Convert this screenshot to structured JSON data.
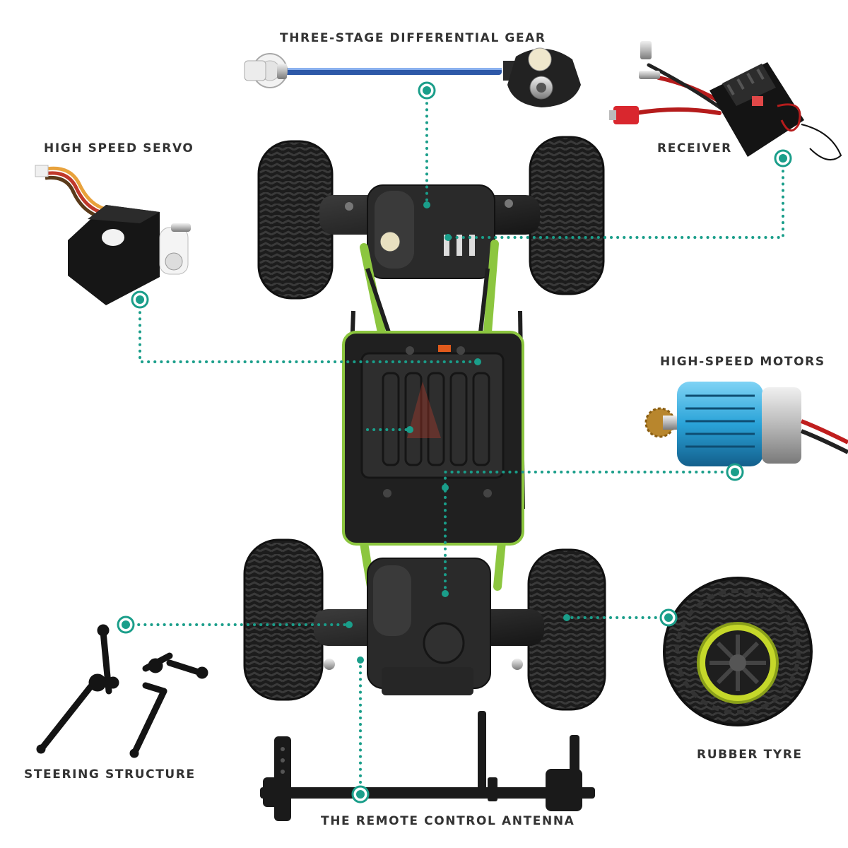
{
  "colors": {
    "accent": "#1a9e8a",
    "label_text": "#333333",
    "chassis_green": "#8cc63f",
    "motor_blue": "#2aa3d8",
    "tyre_black": "#1c1c1c"
  },
  "labels": {
    "differential_gear": "THREE-STAGE DIFFERENTIAL GEAR",
    "receiver": "RECEIVER",
    "servo": "HIGH SPEED SERVO",
    "motors": "HIGH-SPEED MOTORS",
    "steering": "STEERING STRUCTURE",
    "tyre": "RUBBER TYRE",
    "antenna": "THE REMOTE CONTROL ANTENNA"
  },
  "parts": [
    {
      "id": "differential_gear",
      "icon": "differential-gear-icon"
    },
    {
      "id": "receiver",
      "icon": "receiver-board-icon"
    },
    {
      "id": "servo",
      "icon": "servo-icon"
    },
    {
      "id": "motors",
      "icon": "motor-icon"
    },
    {
      "id": "steering",
      "icon": "steering-links-icon"
    },
    {
      "id": "tyre",
      "icon": "tyre-icon"
    },
    {
      "id": "antenna",
      "icon": "antenna-mount-icon"
    }
  ]
}
